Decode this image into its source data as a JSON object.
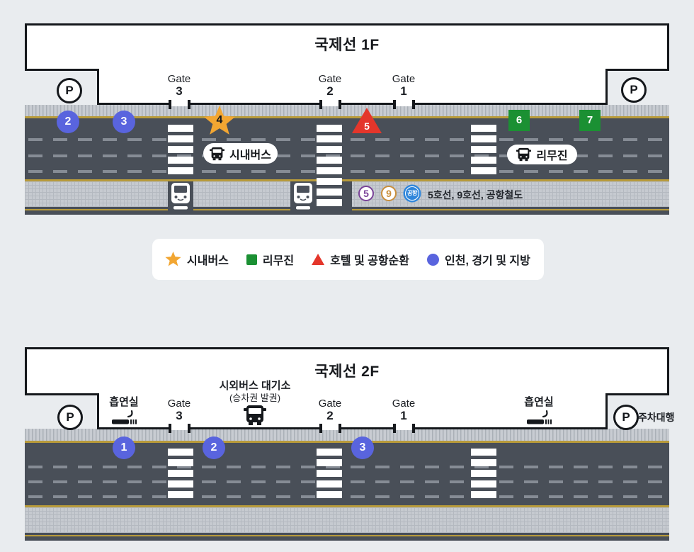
{
  "shared": {
    "parking_label": "P"
  },
  "floor1": {
    "title": "국제선 1F",
    "gates": [
      {
        "label": "Gate",
        "number": "3"
      },
      {
        "label": "Gate",
        "number": "2"
      },
      {
        "label": "Gate",
        "number": "1"
      }
    ],
    "stops": {
      "s2": "2",
      "s3": "3",
      "s4": "4",
      "s5": "5",
      "s6": "6",
      "s7": "7"
    },
    "city_bus_label": "시내버스",
    "limousine_label": "리무진",
    "subway": {
      "line5": "5",
      "line9": "9",
      "airport": "공항",
      "caption": "5호선, 9호선, 공항철도"
    }
  },
  "legend": {
    "items": [
      {
        "icon": "star",
        "label": "시내버스"
      },
      {
        "icon": "square",
        "label": "리무진"
      },
      {
        "icon": "triangle",
        "label": "호텔 및 공항순환"
      },
      {
        "icon": "circle",
        "label": "인천, 경기 및 지방"
      }
    ]
  },
  "floor2": {
    "title": "국제선 2F",
    "gates": [
      {
        "label": "Gate",
        "number": "3"
      },
      {
        "label": "Gate",
        "number": "2"
      },
      {
        "label": "Gate",
        "number": "1"
      }
    ],
    "smoking_label": "흡연실",
    "intercity_line1": "시외버스 대기소",
    "intercity_line2": "(승차권 발권)",
    "valet_label": "주차대행",
    "stops": {
      "s1": "1",
      "s2": "2",
      "s3": "3"
    }
  },
  "colors": {
    "stop_blue": "#5964DE",
    "stop_green": "#1B9033",
    "stop_red": "#E4362B",
    "star_yellow": "#F2A632",
    "line5_purple": "#7A4399",
    "line9_gold": "#C98F3D",
    "airport_blue": "#2F86DB",
    "road": "#494F58",
    "lane_yellow": "#B89B3B"
  }
}
